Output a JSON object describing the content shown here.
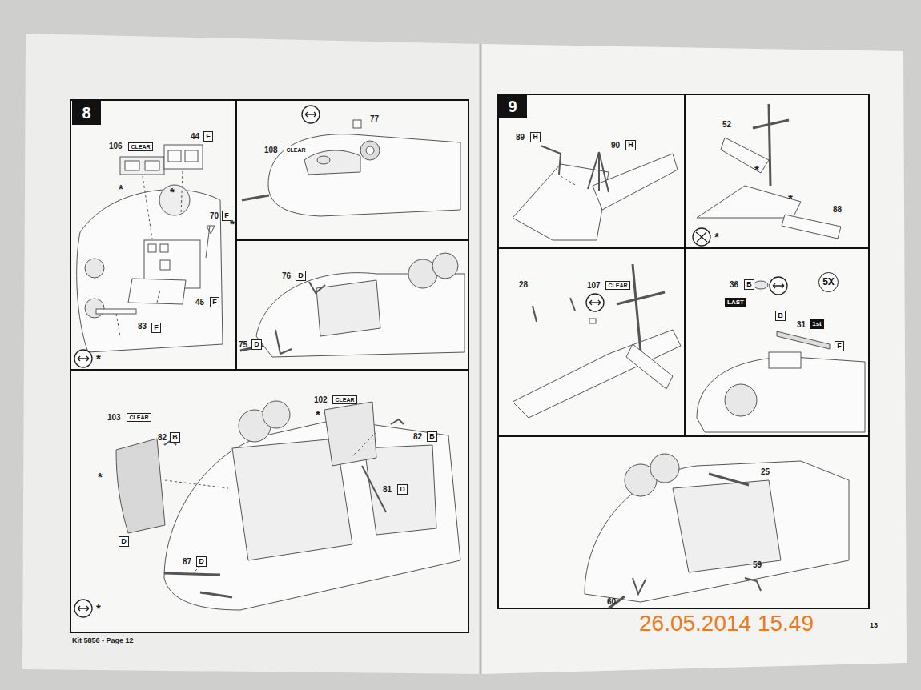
{
  "diagram": {
    "nodes": [
      {
        "text": [
          "8"
        ]
      },
      {
        "text": [
          "CLEAR"
        ]
      },
      {
        "text": [
          "F"
        ]
      },
      {
        "text": [
          "F"
        ]
      },
      {
        "text": [
          "F"
        ]
      },
      {
        "text": [
          "F"
        ]
      },
      {
        "text": [
          "CLEAR"
        ]
      },
      {
        "text": [
          "D"
        ]
      },
      {
        "text": [
          "D"
        ]
      },
      {
        "text": [
          "CLEAR"
        ]
      },
      {
        "text": [
          "B"
        ]
      },
      {
        "text": [
          "CLEAR"
        ]
      },
      {
        "text": [
          "B"
        ]
      },
      {
        "text": [
          "D"
        ]
      },
      {
        "text": [
          "D"
        ]
      },
      {
        "text": [
          "D"
        ]
      },
      {
        "text": [
          "9"
        ]
      },
      {
        "text": [
          "H"
        ]
      },
      {
        "text": [
          "H"
        ]
      },
      {
        "text": [
          "CLEAR"
        ]
      },
      {
        "text": [
          "B"
        ]
      },
      {
        "text": [
          "LAST"
        ]
      },
      {
        "text": [
          "B"
        ]
      },
      {
        "text": [
          "5X"
        ]
      },
      {
        "text": [
          "1st"
        ]
      },
      {
        "text": [
          "F"
        ]
      }
    ],
    "labels": [
      "106",
      "44",
      "*",
      "*",
      "70",
      "*",
      "45",
      "83",
      "*",
      "77",
      "108",
      "76",
      "75",
      "102",
      "*",
      "82",
      "103",
      "82",
      "*",
      "81",
      "87",
      "*",
      "Kit 5856 - Page 12",
      "89",
      "90",
      "52",
      "*",
      "88",
      "*",
      "*",
      "28",
      "107",
      "36",
      "31",
      "25",
      "59",
      "60",
      "13",
      "26.05.2014 15.49"
    ]
  }
}
